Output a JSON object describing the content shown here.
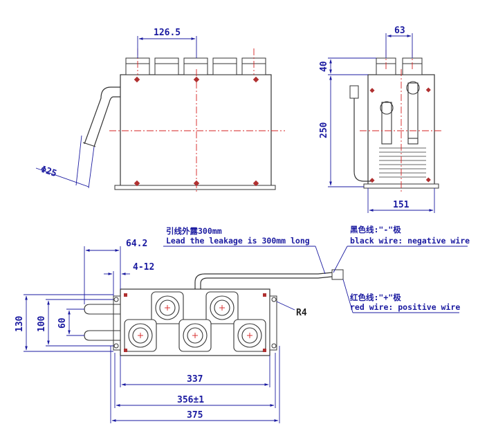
{
  "dimensions": {
    "pitch": "126.5",
    "side_width_top": "63",
    "side_top_height": "40",
    "side_height": "250",
    "side_width": "151",
    "diameter": "Φ25",
    "bottom_offset": "64.2",
    "bolt": "4-12",
    "h130": "130",
    "h100": "100",
    "h60": "60",
    "w337": "337",
    "w356": "356±1",
    "w375": "375",
    "radius": "R4"
  },
  "notes": {
    "lead_cn": "引线外露300mm",
    "lead_en": "Lead the leakage is 300mm long",
    "black_cn": "黑色线:\"-\"极",
    "black_en": "black wire: negative wire",
    "red_cn": "红色线:\"+\"极",
    "red_en": "red wire: positive wire"
  },
  "colors": {
    "outline": "#333333",
    "dimension": "#1a1aa0",
    "centerline": "#d42020"
  }
}
